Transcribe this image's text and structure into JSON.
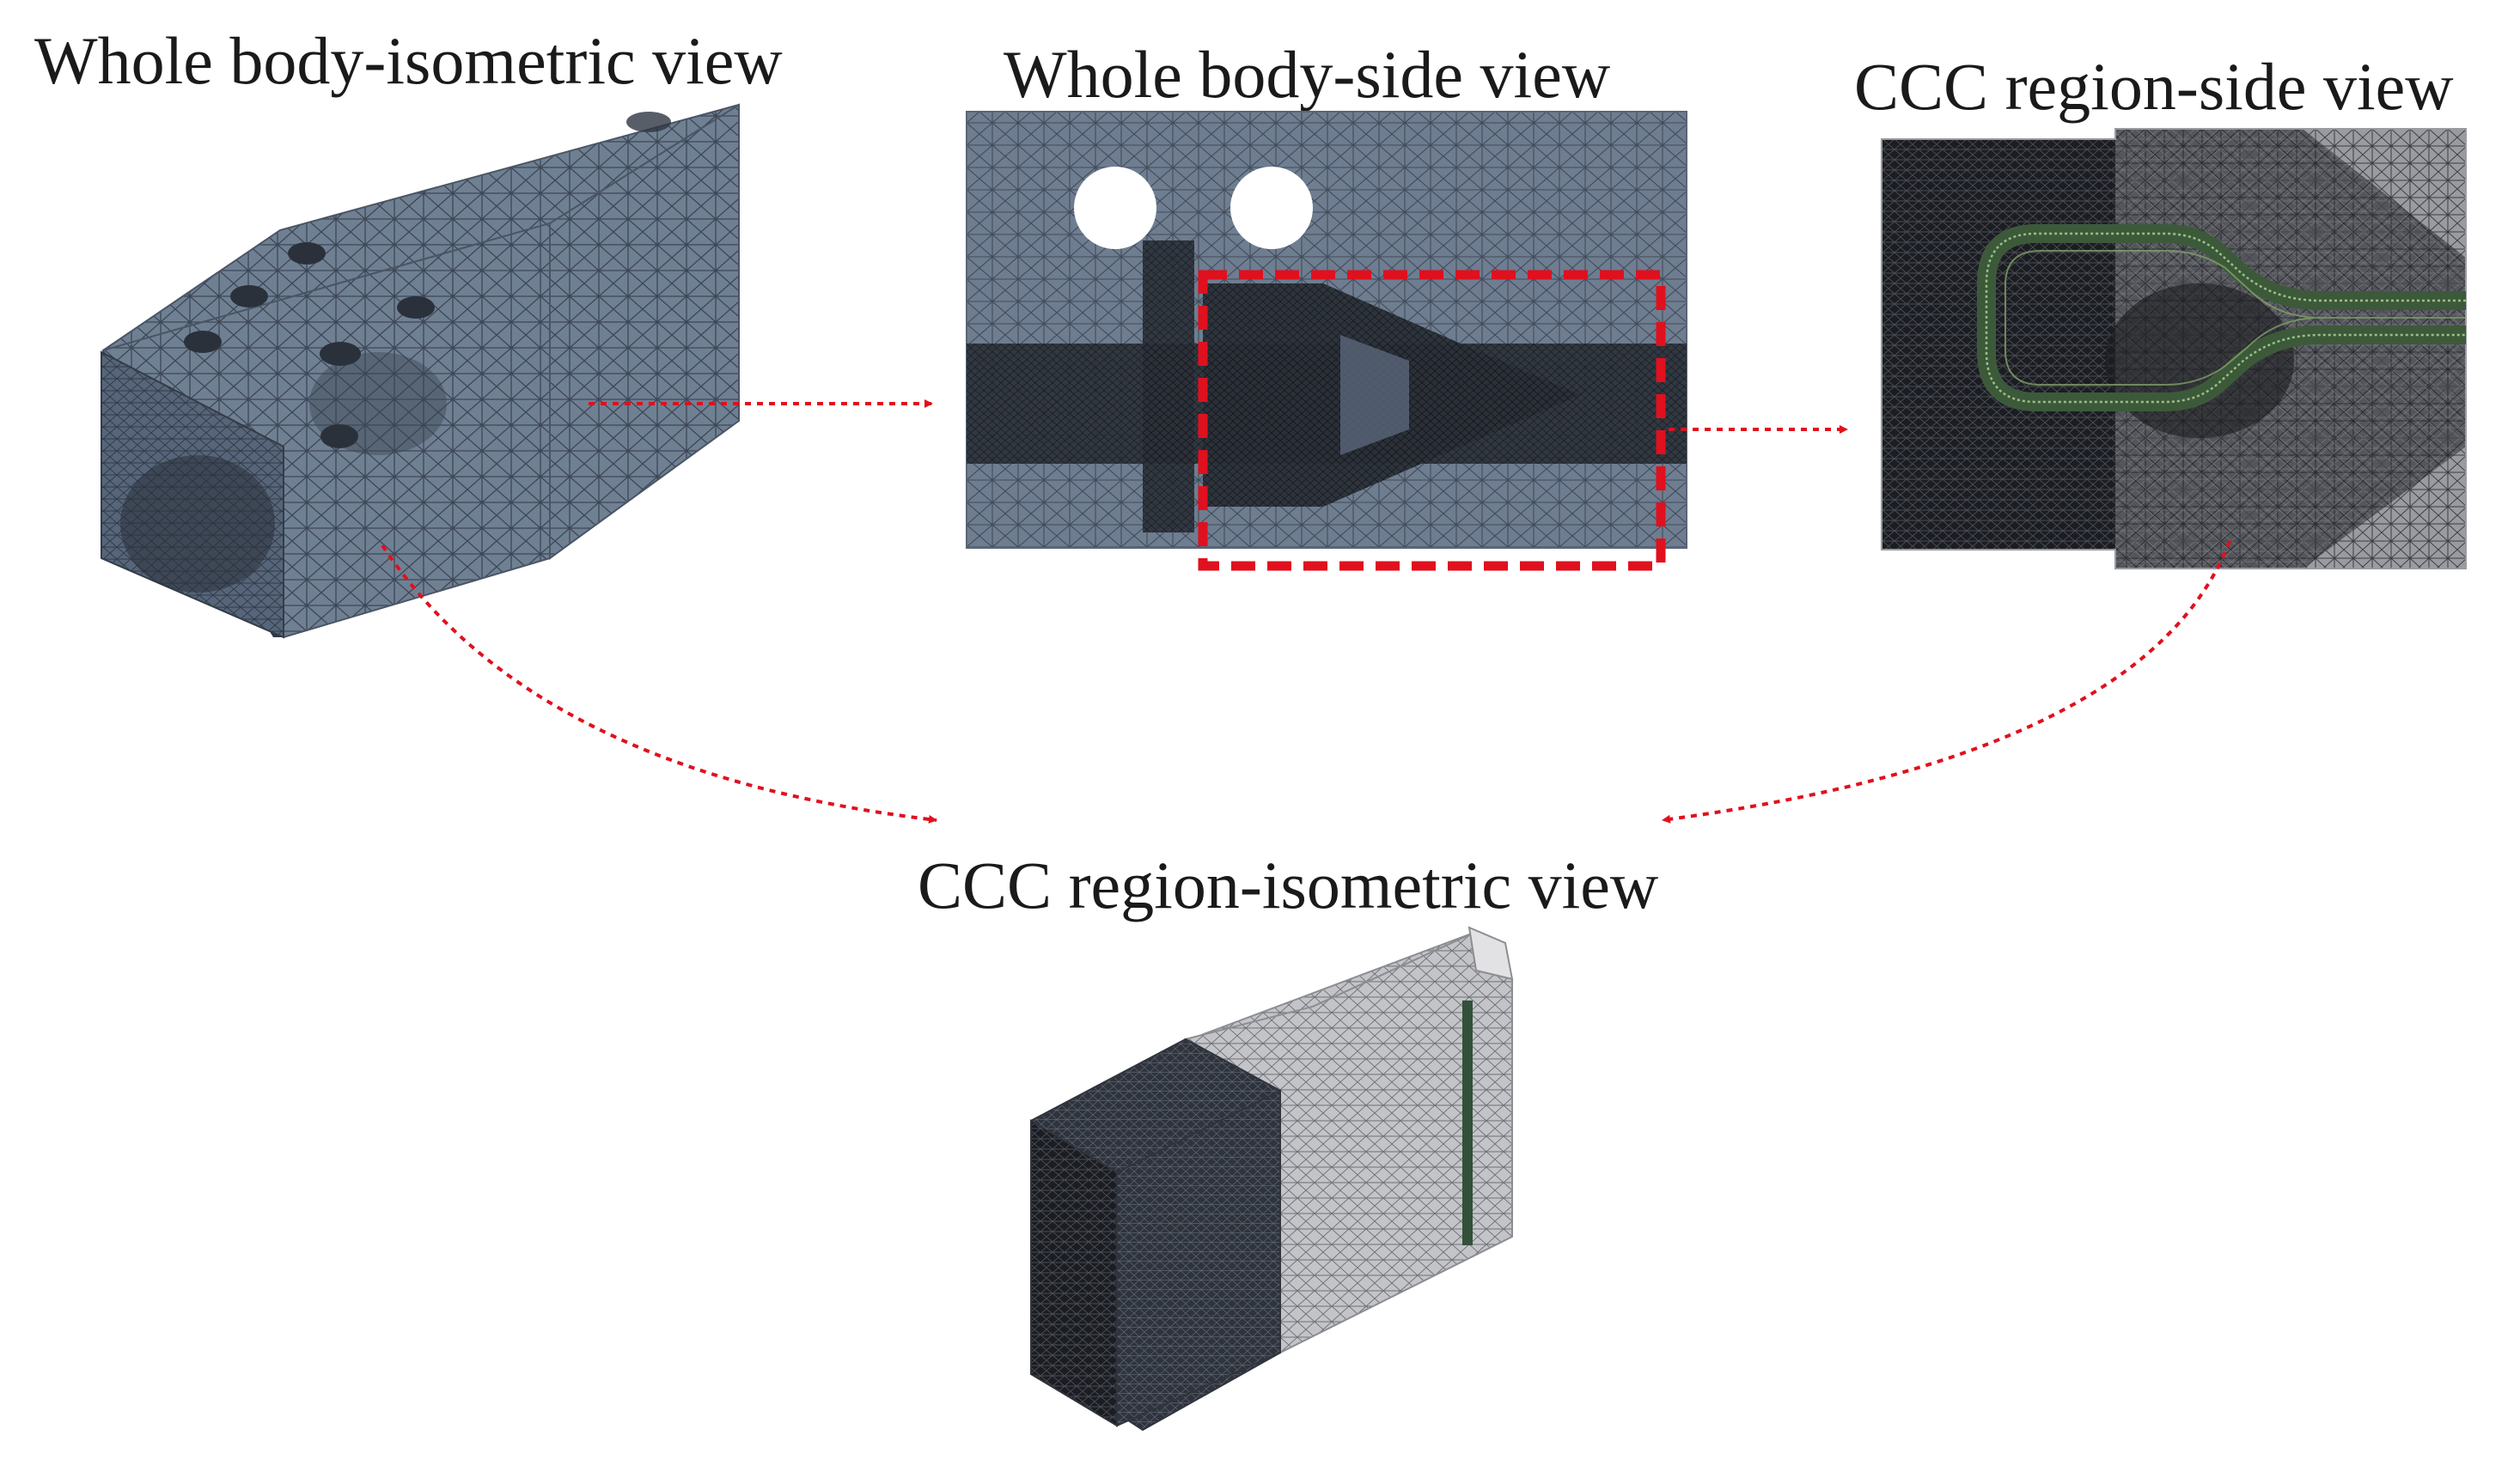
{
  "labels": {
    "whole_body_isometric": "Whole body-isometric view",
    "whole_body_side": "Whole body-side view",
    "ccc_region_side": "CCC region-side view",
    "ccc_region_isometric": "CCC region-isometric view"
  },
  "colors": {
    "arrow": "#e0101e",
    "highlight_box": "#e0101e",
    "mesh_steel_blue": "#6a7a8e",
    "mesh_dark": "#20232a",
    "mesh_light": "#b8b8bc"
  },
  "connections": [
    {
      "from": "Whole body-isometric view",
      "to": "Whole body-side view"
    },
    {
      "from": "Whole body-side view",
      "to": "CCC region-side view"
    },
    {
      "from": "CCC region-side view",
      "to": "CCC region-isometric view"
    },
    {
      "from": "Whole body-isometric view",
      "to": "CCC region-isometric view"
    }
  ]
}
